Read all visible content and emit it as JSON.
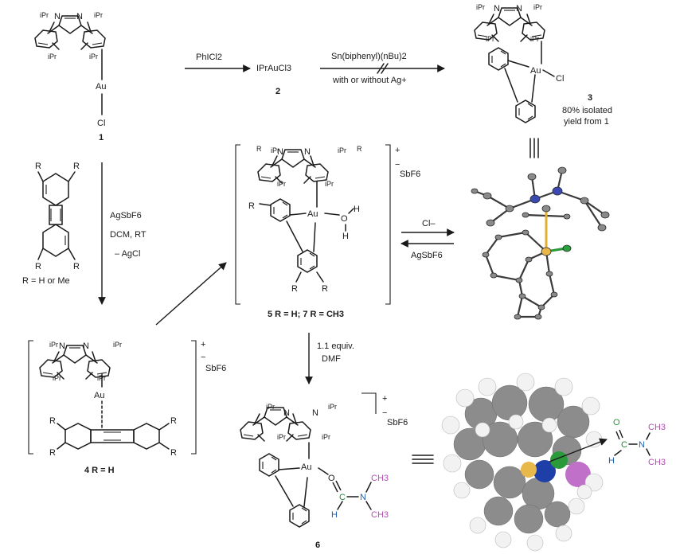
{
  "labels": {
    "ipr": "iPr",
    "au": "Au",
    "cl": "Cl",
    "n": "N",
    "r": "R",
    "o": "O",
    "h": "H",
    "c": "C",
    "ch3": "CH3",
    "plus": "+",
    "minus": "−",
    "sbf6": "SbF6"
  },
  "compounds": {
    "c1": "1",
    "c2": "2",
    "c3": "3",
    "c4": "4 R = H",
    "c5": "5 R = H; 7 R = CH3",
    "c6": "6",
    "c2_formula": "IPrAuCl3",
    "r_def": "R = H or Me",
    "c3_note_1": "80% isolated",
    "c3_note_2": "yield from 1"
  },
  "reagents": {
    "step1": "PhICl2",
    "step2_top": "Sn(biphenyl)(nBu)2",
    "step2_bottom": "with or without Ag+",
    "step3_1": "AgSbF6",
    "step3_2": "DCM, RT",
    "step3_3": "– AgCl",
    "step4_top": "Cl–",
    "step4_bottom": "AgSbF6",
    "step5_1": "1.1 equiv.",
    "step5_2": "DMF"
  },
  "colors": {
    "carbon_gray": "#8a8a8a",
    "hydrogen_white": "#f2f2f2",
    "nitrogen_blue": "#1f3fa8",
    "oxygen_green": "#2a9a3a",
    "gold_yellow": "#e8b84a",
    "methyl_pink": "#c070c8",
    "dmf_green": "#1f8a3a",
    "dmf_blue": "#1f5fb0",
    "dmf_pink": "#b050b0"
  }
}
